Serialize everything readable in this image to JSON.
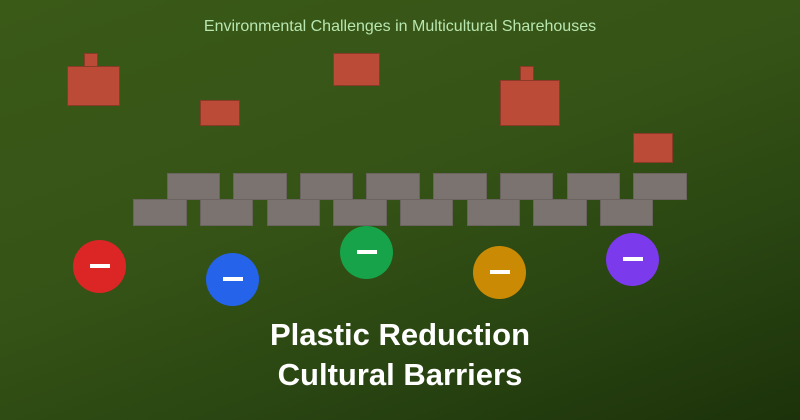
{
  "title": "Environmental Challenges in Multicultural Sharehouses",
  "caption": {
    "line1": "Plastic Reduction",
    "line2": "Cultural Barriers"
  },
  "colors": {
    "background": "#355316",
    "red_blocks": "#bb4a37",
    "gray_bar": "#7b7373",
    "title_text": "#b8e6b0"
  },
  "markers": [
    {
      "color": "#dc2626",
      "icon": "minus-icon"
    },
    {
      "color": "#2563eb",
      "icon": "minus-icon"
    },
    {
      "color": "#16a34a",
      "icon": "minus-icon"
    },
    {
      "color": "#ca8a04",
      "icon": "minus-icon"
    },
    {
      "color": "#7c3aed",
      "icon": "minus-icon"
    }
  ]
}
